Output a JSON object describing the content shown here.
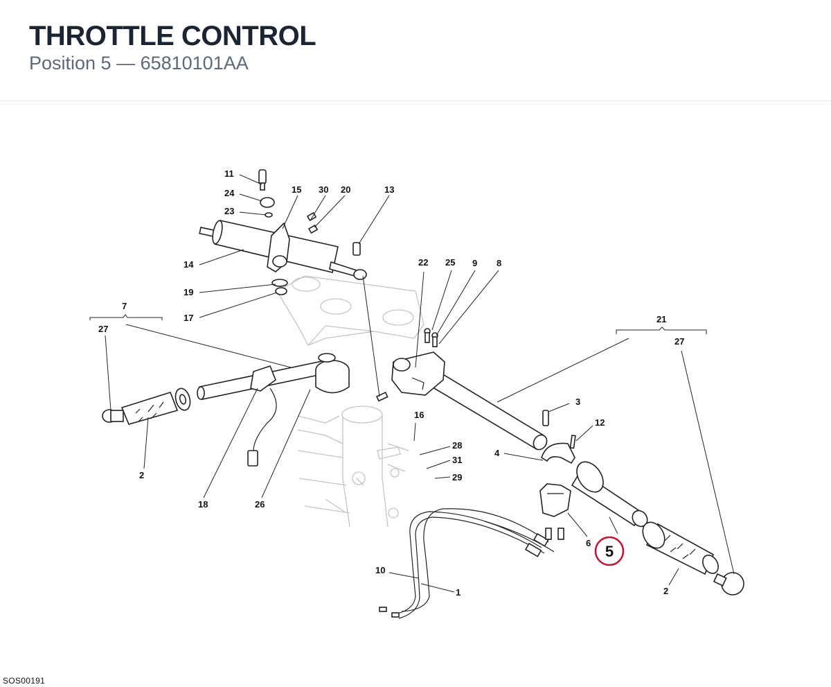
{
  "header": {
    "title": "THROTTLE CONTROL",
    "subtitle": "Position 5 — 65810101AA"
  },
  "highlight": {
    "label": "5",
    "color": "#c8102e"
  },
  "callouts": {
    "c1": "1",
    "c2a": "2",
    "c2b": "2",
    "c3": "3",
    "c4": "4",
    "c6": "6",
    "c7": "7",
    "c8": "8",
    "c9": "9",
    "c10": "10",
    "c11": "11",
    "c12": "12",
    "c13": "13",
    "c14": "14",
    "c15": "15",
    "c16": "16",
    "c17": "17",
    "c18": "18",
    "c19": "19",
    "c20": "20",
    "c21": "21",
    "c22": "22",
    "c23": "23",
    "c24": "24",
    "c25": "25",
    "c26": "26",
    "c27a": "27",
    "c27b": "27",
    "c28": "28",
    "c29": "29",
    "c30": "30",
    "c31": "31"
  },
  "footer": {
    "code": "SOS00191"
  }
}
